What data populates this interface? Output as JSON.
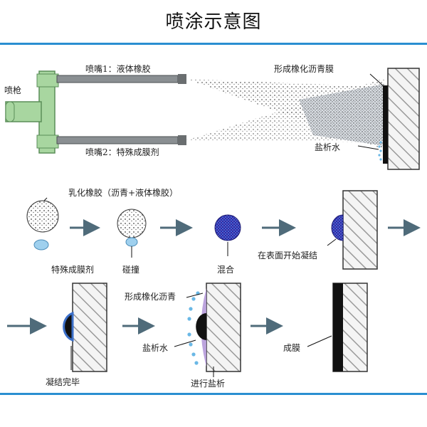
{
  "title": "喷涂示意图",
  "labels": {
    "spray_gun": "喷枪",
    "nozzle1": "喷嘴1：液体橡胶",
    "nozzle2": "喷嘴2：特殊成膜剂",
    "film_top": "形成橡化沥青膜",
    "salt_water_top": "盐析水",
    "emulsion": "乳化橡胶（沥青+液体橡胶）",
    "special_agent": "特殊成膜剂",
    "collision": "碰撞",
    "mixing": "混合",
    "start_coagulation": "在表面开始凝结",
    "coagulation_done": "凝结完毕",
    "rubber_asphalt": "形成橡化沥青",
    "salt_water_mid": "盐析水",
    "salting_out": "进行盐析",
    "film_formed": "成膜"
  },
  "colors": {
    "accent": "#2a8fd1",
    "gun": "#a8d6a0",
    "arrow": "#4f6b7a",
    "droplet_blue": "#9fd0ee",
    "droplet_purple": "#2c2aa8",
    "film": "#111111"
  }
}
